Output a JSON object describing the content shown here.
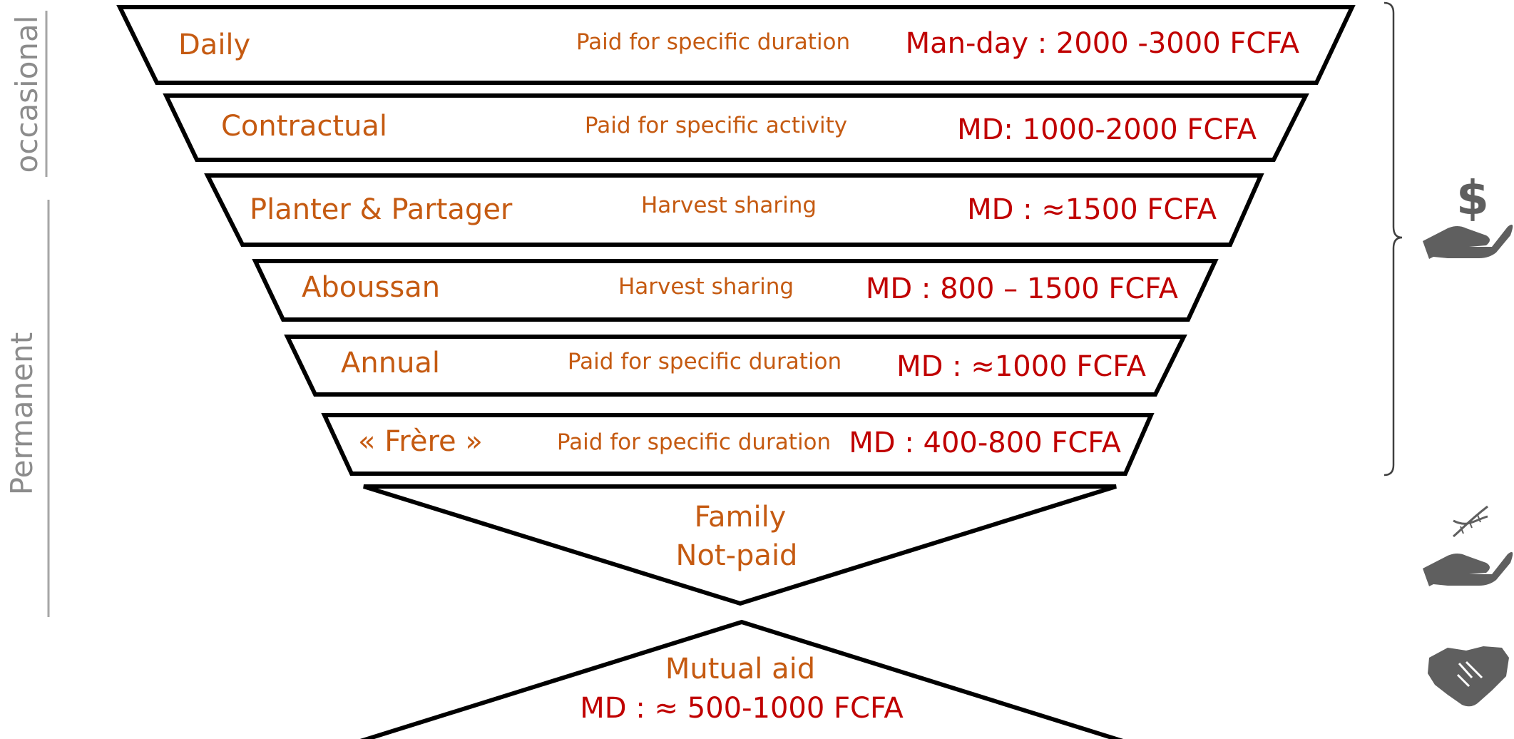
{
  "side_labels": {
    "occasional": "occasional",
    "permanent": "Permanent"
  },
  "tiers": [
    {
      "name": "Daily",
      "description": "Paid for specific duration",
      "cost": "Man-day : 2000 -3000 FCFA"
    },
    {
      "name": "Contractual",
      "description": "Paid for specific activity",
      "cost": "MD: 1000-2000 FCFA"
    },
    {
      "name": "Planter & Partager",
      "description": "Harvest sharing",
      "cost": "MD : ≈1500 FCFA"
    },
    {
      "name": "Aboussan",
      "description": "Harvest sharing",
      "cost": "MD : 800 – 1500 FCFA"
    },
    {
      "name": "Annual",
      "description": "Paid for specific duration",
      "cost": "MD : ≈1000 FCFA"
    },
    {
      "name": "« Frère »",
      "description": "Paid for specific duration",
      "cost": "MD : 400-800 FCFA"
    }
  ],
  "family": {
    "line1": "Family",
    "line2": "Not-paid"
  },
  "mutual_aid": {
    "line1": "Mutual aid",
    "line2": "MD : ≈ 500-1000 FCFA"
  },
  "icons": {
    "paid": "hand-dollar-icon",
    "family": "hand-dna-icon",
    "mutual": "handshake-icon"
  },
  "colors": {
    "orange": "#c55a11",
    "red": "#c00000",
    "grey": "#8c8c8c",
    "icon": "#5f5f5f"
  }
}
